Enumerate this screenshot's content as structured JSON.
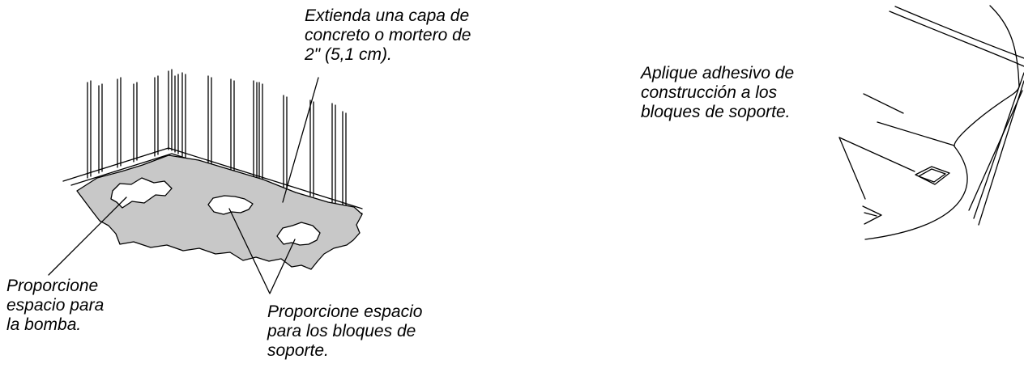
{
  "colors": {
    "ink": "#000000",
    "slab_fill": "#c8c8c8",
    "background": "#ffffff"
  },
  "callouts": {
    "concrete_layer": [
      "Extienda una capa de",
      "concreto o mortero de",
      "2\" (5,1 cm)."
    ],
    "pump_space": [
      "Proporcione",
      "espacio para",
      "la bomba."
    ],
    "support_block_space": [
      "Proporcione espacio",
      "para los bloques de",
      "soporte."
    ],
    "adhesive": [
      "Aplique adhesivo de",
      "construcción a los",
      "bloques de soporte."
    ]
  }
}
